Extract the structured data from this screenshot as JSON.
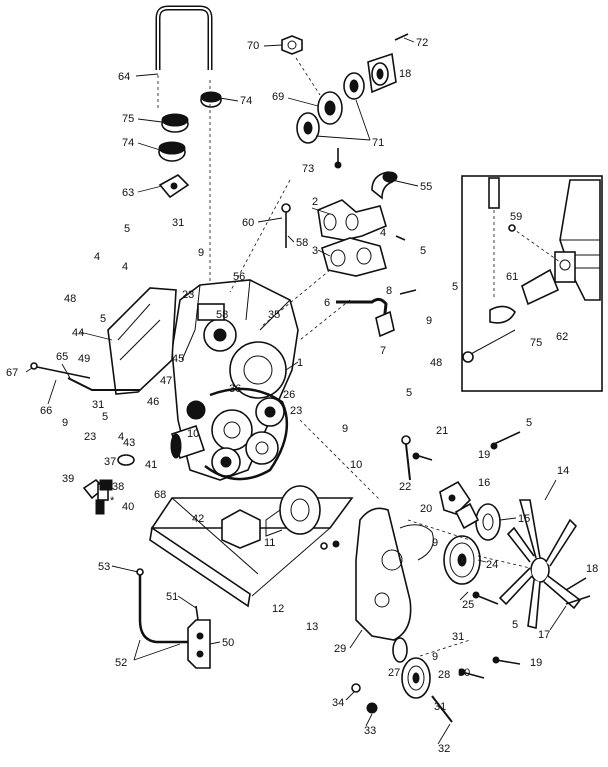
{
  "diagram": {
    "callouts": [
      "1",
      "2",
      "3",
      "4",
      "5",
      "6",
      "7",
      "8",
      "9",
      "10",
      "11",
      "12",
      "13",
      "14",
      "15",
      "16",
      "17",
      "18",
      "19",
      "20",
      "21",
      "22",
      "23",
      "24",
      "25",
      "26",
      "27",
      "28",
      "29",
      "30",
      "31",
      "32",
      "33",
      "34",
      "35",
      "36",
      "37",
      "38",
      "39",
      "40",
      "41",
      "42",
      "43",
      "44",
      "45",
      "46",
      "47",
      "48",
      "49",
      "50",
      "51",
      "52",
      "53",
      "55",
      "56",
      "58",
      "59",
      "60",
      "61",
      "62",
      "63",
      "64",
      "65",
      "66",
      "67",
      "68",
      "69",
      "70",
      "71",
      "72",
      "73",
      "74",
      "75"
    ],
    "star_mark": "*"
  }
}
